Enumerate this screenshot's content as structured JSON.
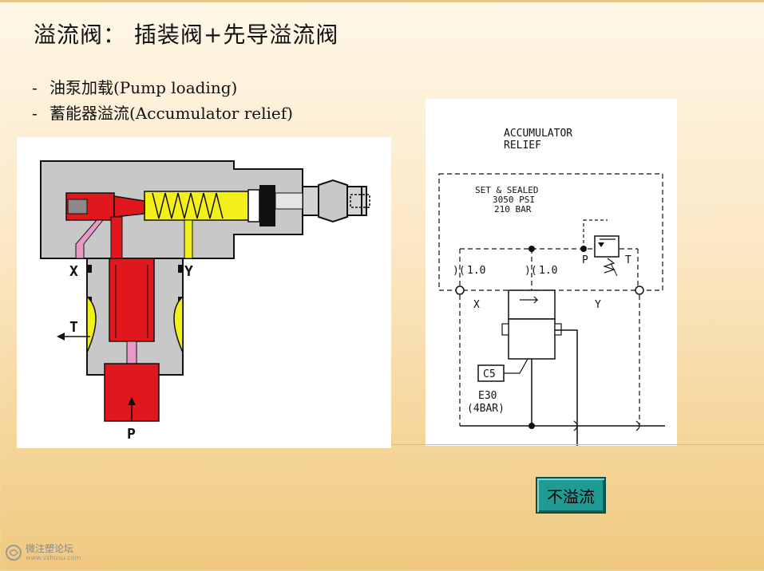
{
  "title": "溢流阀： 插装阀+先导溢流阀",
  "bullets": [
    {
      "dash": "-",
      "text": "油泵加载(Pump loading)"
    },
    {
      "dash": "-",
      "text": "蓄能器溢流(Accumulator relief)"
    }
  ],
  "cross_section": {
    "labels": {
      "x": "X",
      "y": "Y",
      "t": "T",
      "p": "P"
    },
    "colors": {
      "body": "#c8c8c8",
      "pressure": "#e0181e",
      "tank": "#f2ef1a",
      "pilot": "#e79ac6"
    }
  },
  "schematic": {
    "header": [
      "ACCUMULATOR",
      "RELIEF"
    ],
    "set_label": [
      "SET & SEALED",
      "3050 PSI",
      "210 BAR"
    ],
    "orifice_left": "1.0",
    "orifice_right": "1.0",
    "port_p": "P",
    "port_t": "T",
    "port_x": "X",
    "port_y": "Y",
    "c_label": "C5",
    "spring_label": [
      "E30",
      "(4BAR)"
    ]
  },
  "button": {
    "label": "不溢流"
  },
  "watermark": {
    "name": "微注塑论坛",
    "url": "www.vzhusu.com"
  }
}
